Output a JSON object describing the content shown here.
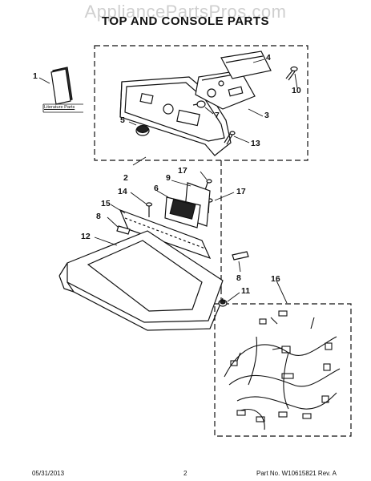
{
  "watermark": "AppliancePartsPros.com",
  "title": "TOP AND CONSOLE PARTS",
  "literature_label": "Literature Parts",
  "callouts": {
    "c1": "1",
    "c2": "2",
    "c3": "3",
    "c4": "4",
    "c5": "5",
    "c6": "6",
    "c7": "7",
    "c8a": "8",
    "c8b": "8",
    "c9": "9",
    "c10": "10",
    "c11": "11",
    "c12": "12",
    "c13": "13",
    "c14": "14",
    "c15": "15",
    "c16": "16",
    "c17a": "17",
    "c17b": "17"
  },
  "footer": {
    "date": "05/31/2013",
    "page": "2",
    "part_no": "Part No. W10615821  Rev. A"
  }
}
